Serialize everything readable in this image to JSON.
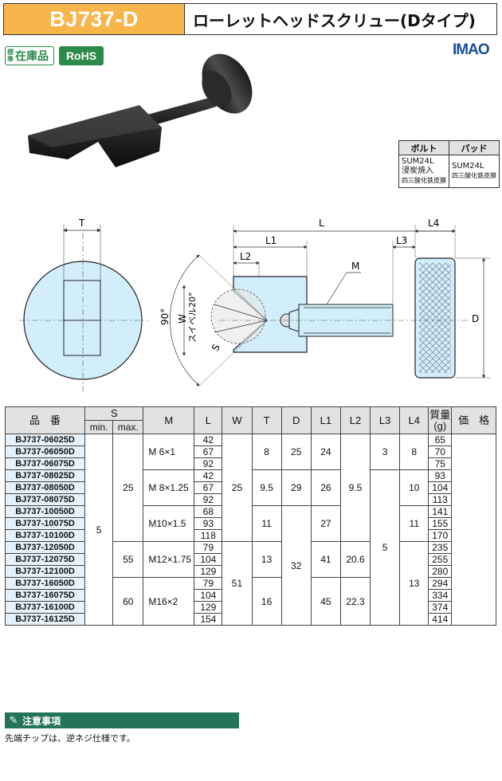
{
  "header": {
    "code": "BJ737-D",
    "title": "ローレットヘッドスクリュー(Dタイプ)"
  },
  "badges": {
    "stock_small": "標準",
    "stock_big": "在庫品",
    "rohs": "RoHS"
  },
  "brand": "IMAO",
  "materials": {
    "headers": [
      "ボルト",
      "パッド"
    ],
    "bolt": [
      "SUM24L",
      "浸炭焼入",
      "四三酸化鉄皮膜"
    ],
    "pad": [
      "SUM24L",
      "四三酸化鉄皮膜"
    ]
  },
  "drawing": {
    "T": "T",
    "L": "L",
    "L1": "L1",
    "L2": "L2",
    "L3": "L3",
    "L4": "L4",
    "M": "M",
    "D": "D",
    "W": "W",
    "S": "S",
    "angle": "90°",
    "swivel": "スイベル20°"
  },
  "table": {
    "headers": {
      "part": "品　番",
      "s": "S",
      "smin": "min.",
      "smax": "max.",
      "m": "M",
      "l": "L",
      "w": "W",
      "t": "T",
      "d": "D",
      "l1": "L1",
      "l2": "L2",
      "l3": "L3",
      "l4": "L4",
      "mass": "質量",
      "mass_unit": "(g)",
      "price": "価　格"
    },
    "part_numbers": [
      "BJ737-06025D",
      "BJ737-06050D",
      "BJ737-06075D",
      "BJ737-08025D",
      "BJ737-08050D",
      "BJ737-08075D",
      "BJ737-10050D",
      "BJ737-10075D",
      "BJ737-10100D",
      "BJ737-12050D",
      "BJ737-12075D",
      "BJ737-12100D",
      "BJ737-16050D",
      "BJ737-16075D",
      "BJ737-16100D",
      "BJ737-16125D"
    ],
    "l_values": [
      "42",
      "67",
      "92",
      "42",
      "67",
      "92",
      "68",
      "93",
      "118",
      "79",
      "104",
      "129",
      "79",
      "104",
      "129",
      "154"
    ],
    "mass_values": [
      "65",
      "70",
      "75",
      "93",
      "104",
      "113",
      "141",
      "155",
      "170",
      "235",
      "255",
      "280",
      "294",
      "334",
      "374",
      "414"
    ],
    "smin": "5",
    "smax_groups": [
      "25",
      "55",
      "60"
    ],
    "m_groups": [
      "M 6×1",
      "M 8×1.25",
      "M10×1.5",
      "M12×1.75",
      "M16×2"
    ],
    "w_groups": [
      "25",
      "51"
    ],
    "t_groups": [
      "8",
      "9.5",
      "11",
      "13",
      "16"
    ],
    "d_groups": [
      "25",
      "29",
      "32"
    ],
    "l1_groups": [
      "24",
      "26",
      "27",
      "41",
      "45"
    ],
    "l2_groups": [
      "9.5",
      "20.6",
      "22.3"
    ],
    "l3_groups": [
      "3",
      "5"
    ],
    "l4_groups": [
      "8",
      "10",
      "11",
      "13"
    ]
  },
  "caution": {
    "title": "注意事項",
    "text": "先端チップは、逆ネジ仕様です。"
  }
}
